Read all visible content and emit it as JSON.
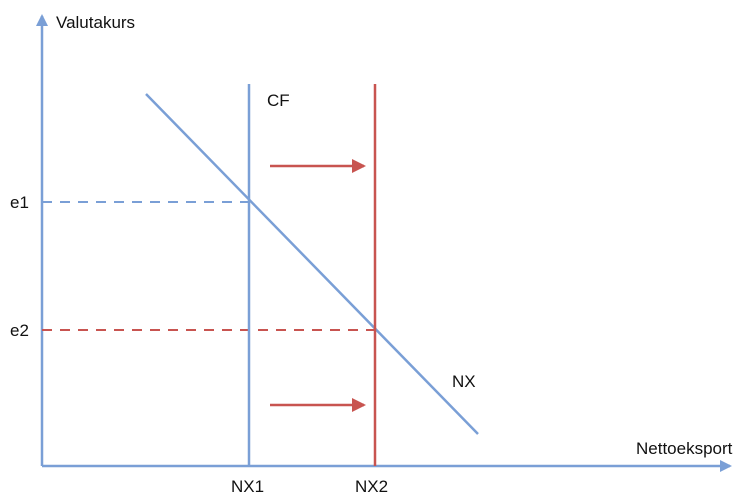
{
  "axes": {
    "y_label": "Valutakurs",
    "x_label": "Nettoeksport"
  },
  "levels": {
    "e1": "e1",
    "e2": "e2"
  },
  "curves": {
    "cf": "CF",
    "nx": "NX"
  },
  "ticks": {
    "nx1": "NX1",
    "nx2": "NX2"
  },
  "colors": {
    "axis": "#7a9fd6",
    "curve_blue": "#7a9fd6",
    "shift_red": "#c85450",
    "text": "#111111"
  }
}
